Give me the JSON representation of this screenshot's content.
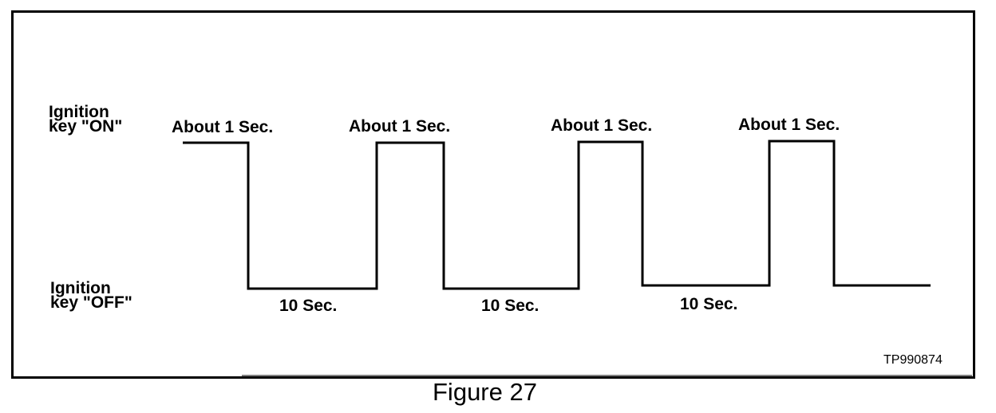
{
  "states": {
    "on_label": "Ignition\nkey \"ON\"",
    "off_label": "Ignition\nkey \"OFF\""
  },
  "pulses": [
    {
      "label": "About 1 Sec."
    },
    {
      "label": "About 1 Sec."
    },
    {
      "label": "About 1 Sec."
    },
    {
      "label": "About 1 Sec."
    }
  ],
  "gaps": [
    {
      "label": "10 Sec."
    },
    {
      "label": "10 Sec."
    },
    {
      "label": "10 Sec."
    }
  ],
  "figure_id": "TP990874",
  "caption": "Figure 27"
}
